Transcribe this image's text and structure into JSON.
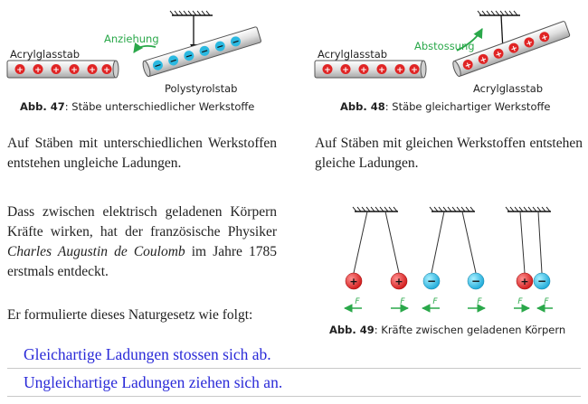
{
  "figures": {
    "fig47": {
      "left_label": "Acrylglasstab",
      "right_label": "Polystyrolstab",
      "force_label": "Anziehung",
      "caption_num": "Abb. 47",
      "caption_text": ": Stäbe unterschiedlicher Werkstoffe"
    },
    "fig48": {
      "left_label": "Acrylglasstab",
      "right_label": "Acrylglasstab",
      "force_label": "Abstossung",
      "caption_num": "Abb. 48",
      "caption_text": ": Stäbe gleichartiger Werkstoffe"
    },
    "fig49": {
      "force_symbol": "F",
      "caption_num": "Abb. 49",
      "caption_text": ": Kräfte zwischen geladenen Körpern"
    },
    "symbols": {
      "plus": "+",
      "minus": "−"
    }
  },
  "text": {
    "p1": "Auf Stäben mit unterschiedlichen Werkstoffen entstehen ungleiche Ladungen.",
    "p2": "Auf Stäben mit gleichen Werkstoffen entstehen gleiche Ladungen.",
    "p3_before": "Dass zwischen elektrisch geladenen Körpern Kräfte wirken, hat der französische Physiker ",
    "p3_name": "Charles Augustin de Coulomb",
    "p3_after": " im Jahre 1785 erstmals entdeckt.",
    "p4": "Er formulierte dieses Naturgesetz wie folgt:"
  },
  "laws": {
    "line1": "Gleichartige Ladungen stossen sich ab.",
    "line2": "Ungleichartige Ladungen ziehen sich an."
  },
  "colors": {
    "law_text": "#2a2ad8",
    "positive": "#e02424",
    "negative": "#2ab8e0",
    "force_arrow": "#2aa84a"
  }
}
